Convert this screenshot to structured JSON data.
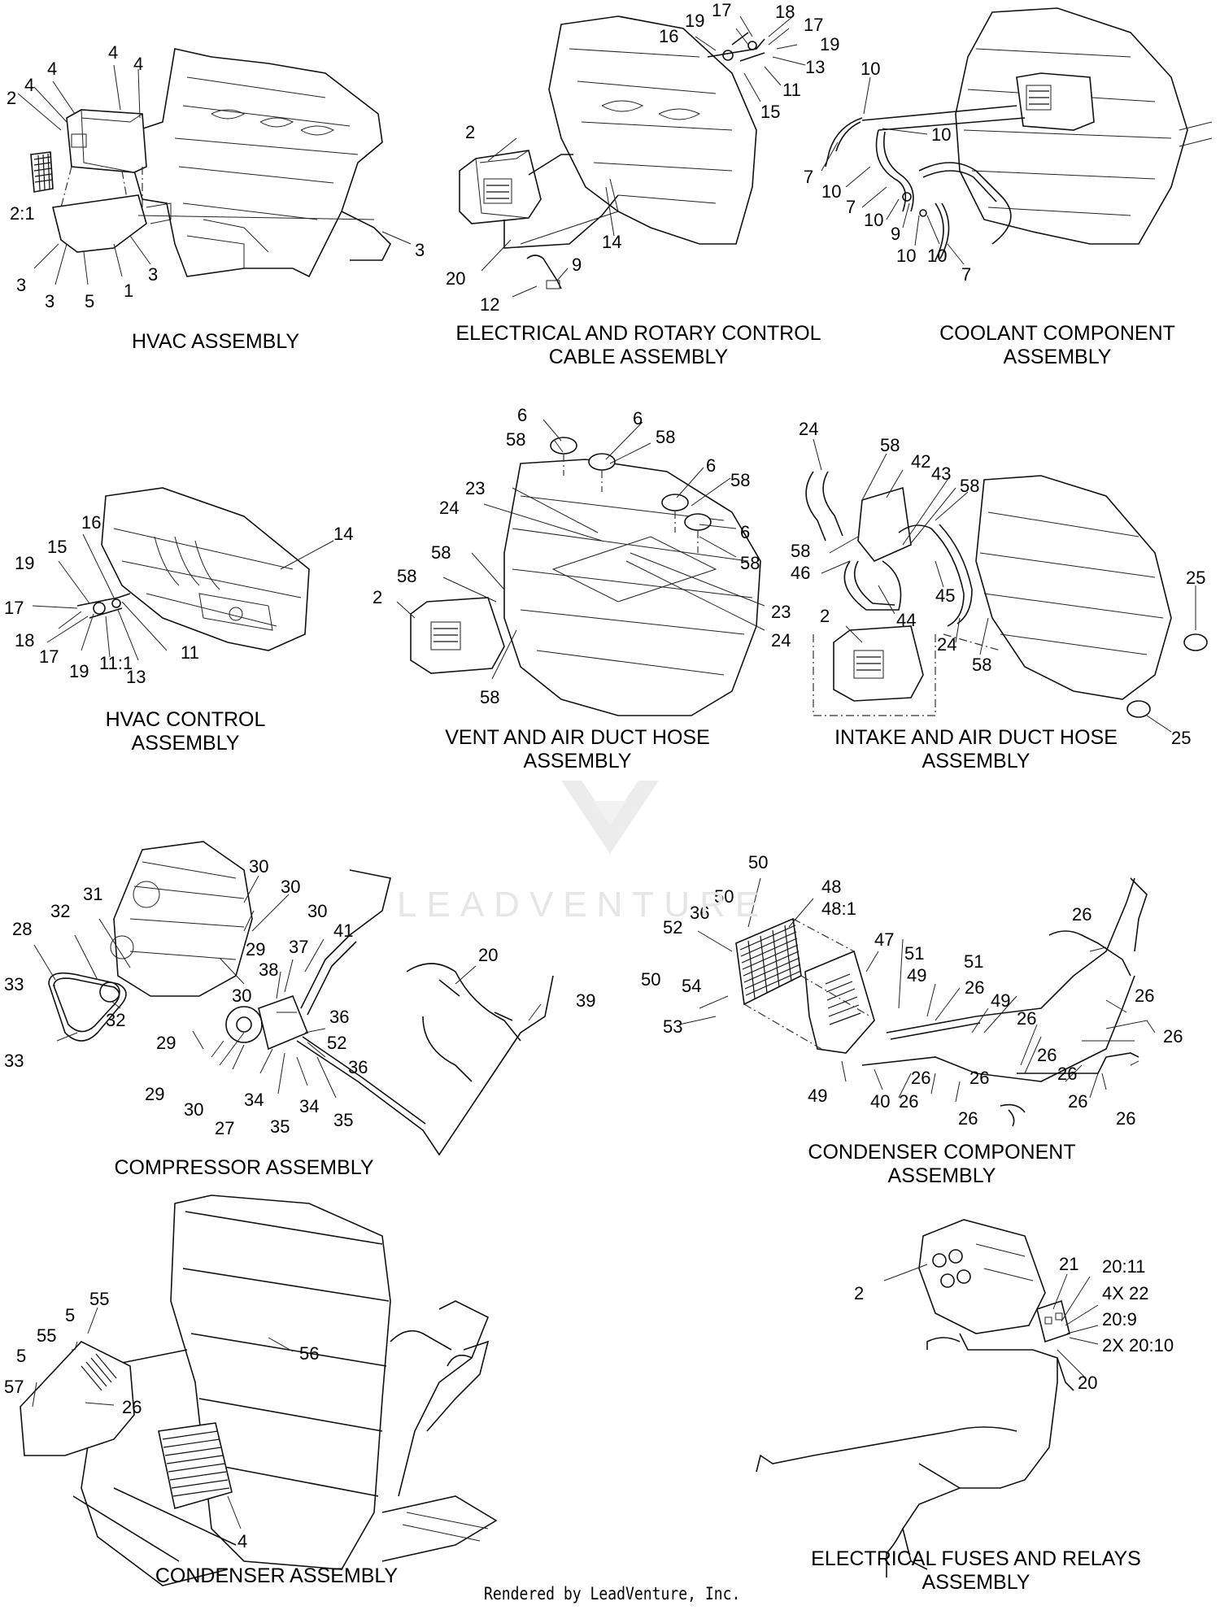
{
  "watermark": {
    "text": "LEADVENTURE"
  },
  "footer": {
    "text": "Rendered by LeadVenture, Inc."
  },
  "panels": [
    {
      "id": "hvac",
      "caption": [
        "HVAC ASSEMBLY"
      ],
      "callouts": [
        "2",
        "4",
        "4",
        "4",
        "4",
        "2:1",
        "3",
        "3",
        "5",
        "1",
        "3",
        "3"
      ]
    },
    {
      "id": "electrical",
      "caption": [
        "ELECTRICAL AND ROTARY CONTROL",
        "CABLE ASSEMBLY"
      ],
      "callouts": [
        "17",
        "19",
        "18",
        "17",
        "16",
        "19",
        "13",
        "11",
        "15",
        "2",
        "14",
        "20",
        "9",
        "12"
      ]
    },
    {
      "id": "coolant",
      "caption": [
        "COOLANT COMPONENT",
        "ASSEMBLY"
      ],
      "callouts": [
        "10",
        "10",
        "7",
        "10",
        "7",
        "10",
        "9",
        "10",
        "10",
        "7"
      ]
    },
    {
      "id": "hvac-control",
      "caption": [
        "HVAC CONTROL",
        "ASSEMBLY"
      ],
      "callouts": [
        "16",
        "15",
        "14",
        "19",
        "17",
        "18",
        "17",
        "19",
        "11:1",
        "13",
        "11"
      ]
    },
    {
      "id": "vent",
      "caption": [
        "VENT AND AIR DUCT HOSE",
        "ASSEMBLY"
      ],
      "callouts": [
        "6",
        "6",
        "58",
        "58",
        "6",
        "58",
        "23",
        "24",
        "6",
        "58",
        "58",
        "58",
        "2",
        "23",
        "24",
        "58"
      ]
    },
    {
      "id": "intake",
      "caption": [
        "INTAKE AND AIR DUCT HOSE",
        "ASSEMBLY"
      ],
      "callouts": [
        "24",
        "58",
        "42",
        "43",
        "58",
        "58",
        "46",
        "45",
        "2",
        "44",
        "24",
        "58",
        "25",
        "25"
      ]
    },
    {
      "id": "compressor",
      "caption": [
        "COMPRESSOR ASSEMBLY"
      ],
      "callouts": [
        "30",
        "30",
        "31",
        "32",
        "30",
        "28",
        "41",
        "29",
        "20",
        "37",
        "38",
        "33",
        "32",
        "30",
        "36",
        "29",
        "39",
        "52",
        "33",
        "36",
        "29",
        "30",
        "27",
        "34",
        "35",
        "34",
        "35"
      ]
    },
    {
      "id": "condenser-component",
      "caption": [
        "CONDENSER COMPONENT",
        "ASSEMBLY"
      ],
      "callouts": [
        "50",
        "48",
        "48:1",
        "50",
        "36",
        "52",
        "26",
        "47",
        "51",
        "51",
        "50",
        "26",
        "54",
        "49",
        "26",
        "49",
        "53",
        "26",
        "26",
        "26",
        "26",
        "26",
        "26",
        "49",
        "40",
        "26",
        "26",
        "26",
        "26"
      ]
    },
    {
      "id": "condenser",
      "caption": [
        "CONDENSER ASSEMBLY"
      ],
      "callouts": [
        "55",
        "5",
        "55",
        "5",
        "56",
        "57",
        "26",
        "4"
      ]
    },
    {
      "id": "fuses",
      "caption": [
        "ELECTRICAL FUSES AND RELAYS",
        "ASSEMBLY"
      ],
      "callouts": [
        "21",
        "20:11",
        "2",
        "4X 22",
        "20:9",
        "2X 20:10",
        "20"
      ]
    }
  ]
}
